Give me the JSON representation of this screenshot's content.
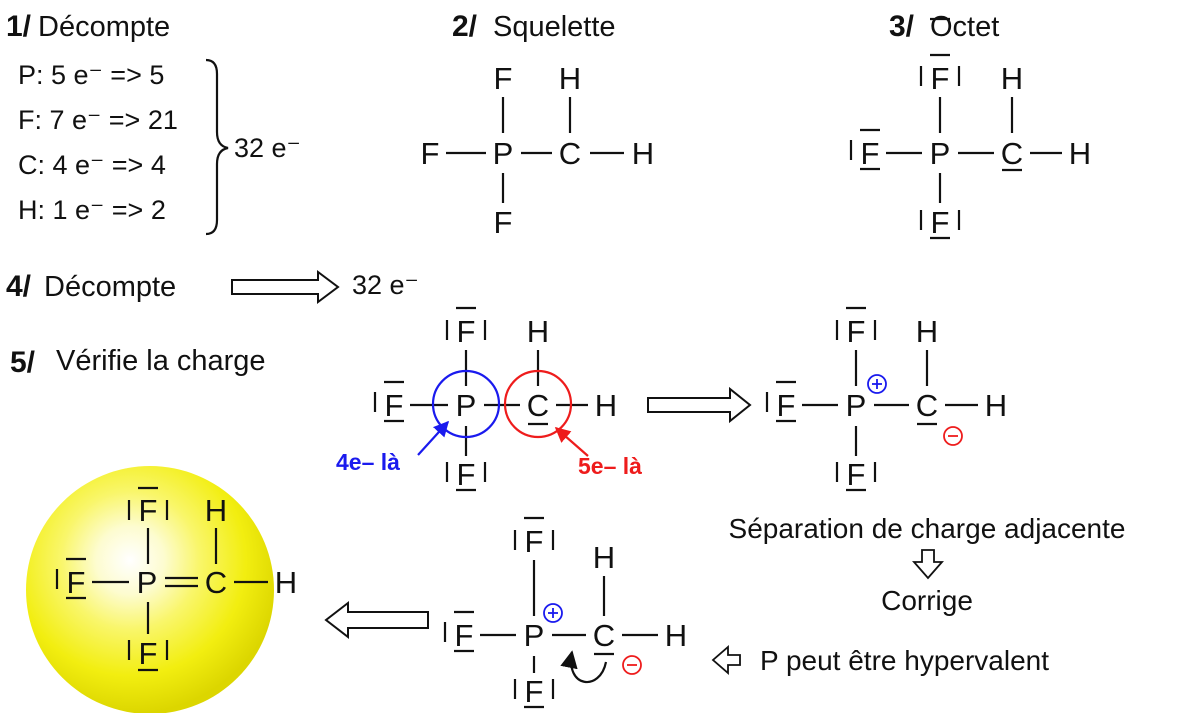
{
  "sections": {
    "s1": {
      "num": "1/",
      "title": "Décompte"
    },
    "s2": {
      "num": "2/",
      "title": "Squelette"
    },
    "s3": {
      "num": "3/",
      "title": "Octet"
    },
    "s4": {
      "num": "4/",
      "title": "Décompte",
      "total": "32 e⁻"
    },
    "s5": {
      "num": "5/",
      "title": "Vérifie la charge"
    }
  },
  "count_rows": [
    {
      "text": "P: 5 e⁻ =>  5"
    },
    {
      "text": "F: 7 e⁻ => 21"
    },
    {
      "text": "C: 4 e⁻ =>  4"
    },
    {
      "text": "H: 1 e⁻ =>  2"
    }
  ],
  "count_total": "32 e⁻",
  "atoms": {
    "P": "P",
    "F": "F",
    "C": "C",
    "H": "H"
  },
  "annotations": {
    "p_electrons": "4e– là",
    "c_electrons": "5e– là",
    "separation": "Séparation de charge adjacente",
    "fix": "Corrige",
    "hypervalent": "P peut être hypervalent"
  },
  "colors": {
    "blue": "#1a1aee",
    "red": "#ee1c1c",
    "glow": "#f4f000"
  }
}
